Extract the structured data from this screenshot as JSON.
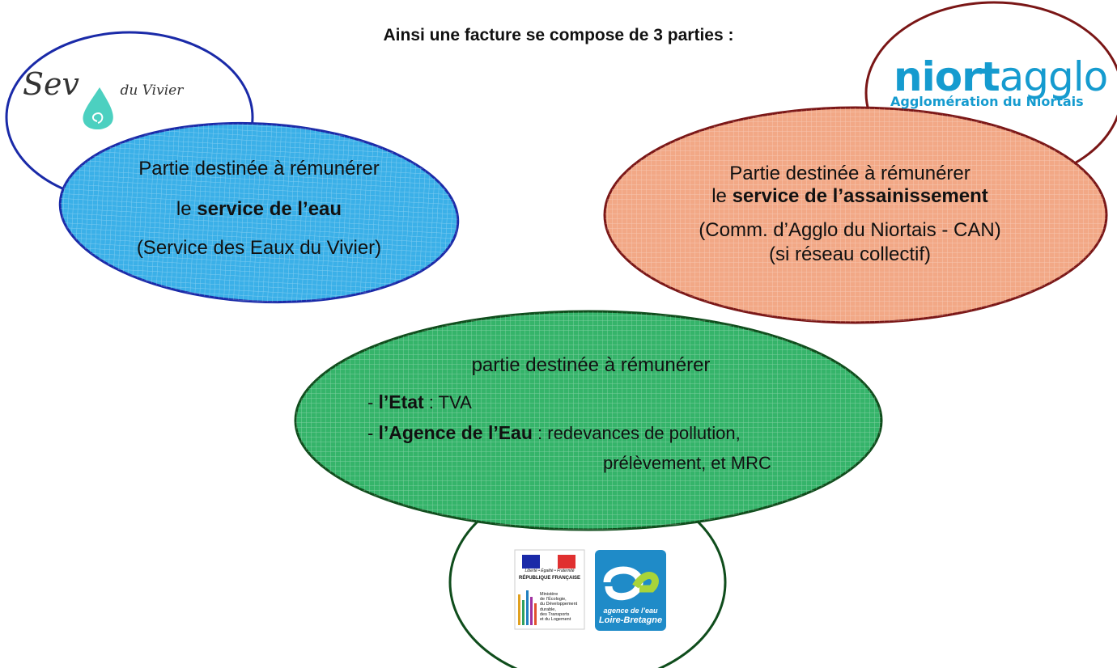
{
  "title": "Ainsi une facture se compose de 3 parties :",
  "water_service": {
    "line1": "Partie destinée à rémunérer",
    "line2_prefix": "le ",
    "line2_bold": "service de l’eau",
    "line3": "(Service des Eaux du Vivier)",
    "color": "#3bb0e8",
    "border_color": "#1a2aa8"
  },
  "sanitation_service": {
    "line1": "Partie destinée à rémunérer",
    "line2_prefix": "le ",
    "line2_bold": "service de l’assainissement",
    "line3": "(Comm. d’Agglo du Niortais - CAN)",
    "line4": "(si réseau collectif)",
    "color": "#f2a886",
    "border_color": "#7a1616"
  },
  "state_agency": {
    "line1": "partie destinée à rémunérer",
    "bullet1_dash": "- ",
    "bullet1_bold": "l’Etat",
    "bullet1_rest": " : TVA",
    "bullet2_dash": "- ",
    "bullet2_bold": "l’Agence de l’Eau",
    "bullet2_rest": " : redevances de pollution,",
    "bullet2_cont": "prélèvement, et MRC",
    "color": "#35b46a",
    "border_color": "#0f4d1c"
  },
  "logos": {
    "sev": {
      "text_main": "Sev",
      "text_sub": "du Vivier",
      "icon": "water-drop-spiral-icon"
    },
    "niort": {
      "word1": "niort",
      "word2": "agglo",
      "subtitle": "Agglomération du Niortais"
    },
    "ministry": {
      "motto": "Liberté • Égalité • Fraternité",
      "republic": "RÉPUBLIQUE FRANÇAISE",
      "lines": [
        "Ministère",
        "de l’Écologie,",
        "du Développement",
        "durable,",
        "des Transports",
        "et du Logement"
      ]
    },
    "agence": {
      "line1": "agence de l’eau",
      "line2": "Loire-Bretagne"
    }
  }
}
